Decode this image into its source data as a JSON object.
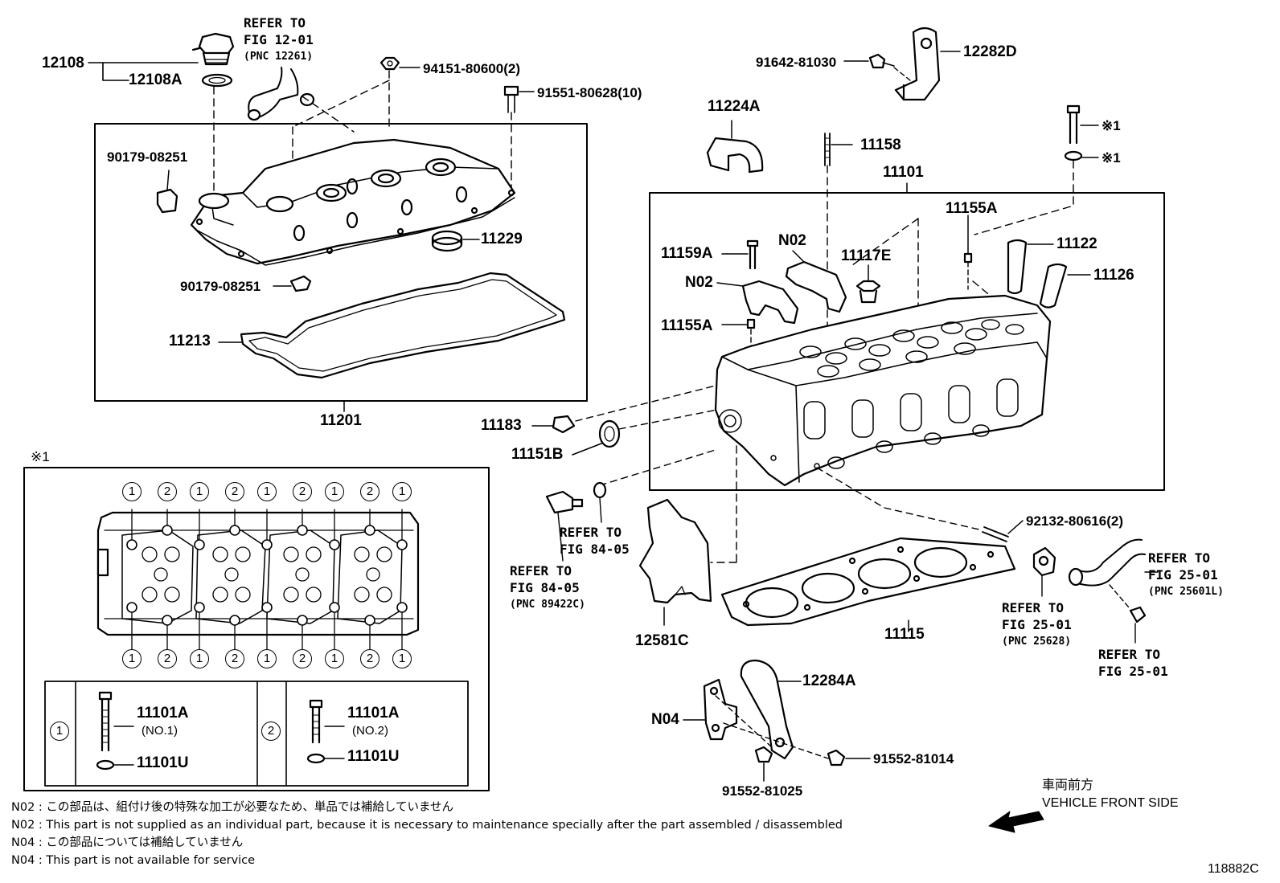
{
  "parts": {
    "p12108": "12108",
    "p12108A": "12108A",
    "refer_fig_12_01": [
      "REFER TO",
      "FIG 12-01"
    ],
    "pnc_12261": "(PNC 12261)",
    "p94151": "94151-80600(2)",
    "p91551": "91551-80628(10)",
    "p90179_top": "90179-08251",
    "p90179_bottom": "90179-08251",
    "p11229": "11229",
    "p11213": "11213",
    "p11201": "11201",
    "p91642": "91642-81030",
    "p12282D": "12282D",
    "p11224A": "11224A",
    "p11158": "11158",
    "mark1_bolt": "※1",
    "mark1_washer": "※1",
    "p11101": "11101",
    "p11155A_top": "11155A",
    "p11159A": "11159A",
    "p_n02_upper": "N02",
    "p11117E": "11117E",
    "p11122": "11122",
    "p_n02_lower": "N02",
    "p11126": "11126",
    "p11155A_left": "11155A",
    "p11183": "11183",
    "p11151B": "11151B",
    "refer_fig_84_05_a": [
      "REFER TO",
      "FIG 84-05"
    ],
    "refer_fig_84_05_b": [
      "REFER TO",
      "FIG 84-05"
    ],
    "pnc_89422C": "(PNC 89422C)",
    "p92132": "92132-80616(2)",
    "refer_fig_25_01_a": [
      "REFER TO",
      "FIG 25-01"
    ],
    "pnc_25601L": "(PNC 25601L)",
    "refer_fig_25_01_b": [
      "REFER TO",
      "FIG 25-01"
    ],
    "pnc_25628": "(PNC 25628)",
    "refer_fig_25_01_c": [
      "REFER TO",
      "FIG 25-01"
    ],
    "p12581C": "12581C",
    "p11115": "11115",
    "p12284A": "12284A",
    "p_n04": "N04",
    "p91552_81014": "91552-81014",
    "p91552_81025": "91552-81025"
  },
  "inset": {
    "mark": "※1",
    "top_numbers": [
      "1",
      "2",
      "1",
      "2",
      "1",
      "2",
      "1",
      "2",
      "1"
    ],
    "bottom_numbers": [
      "1",
      "2",
      "1",
      "2",
      "1",
      "2",
      "1",
      "2",
      "1"
    ],
    "legend": [
      {
        "index": "1",
        "bolt": "11101A",
        "bolt_note": "(NO.1)",
        "washer": "11101U"
      },
      {
        "index": "2",
        "bolt": "11101A",
        "bolt_note": "(NO.2)",
        "washer": "11101U"
      }
    ]
  },
  "direction": {
    "jp": "車両前方",
    "en": "VEHICLE FRONT SIDE"
  },
  "notes": [
    "N02 : この部品は、組付け後の特殊な加工が必要なため、単品では補給していません",
    "N02 : This part is not supplied as an individual part, because it is necessary to maintenance specially after the part assembled / disassembled",
    "N04 : この部品については補給していません",
    "N04 : This part is not available for service"
  ],
  "figure_id": "118882C"
}
